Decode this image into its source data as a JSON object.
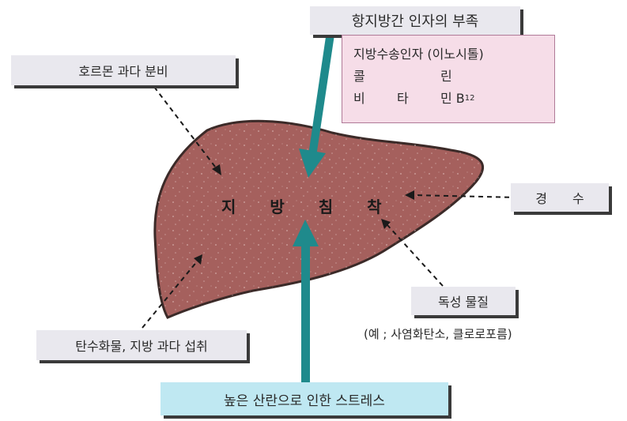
{
  "center_label": "지 방 침 착",
  "lipotropic_title": "항지방간 인자의 부족",
  "lipotropic_factors": [
    {
      "label": "지방수송인자 (이노시톨)"
    },
    {
      "label": "콜",
      "label2": "린"
    },
    {
      "label": "비",
      "label2": "타",
      "label3": "민 B",
      "sub": "12"
    }
  ],
  "hormone": "호르몬 과다 분비",
  "hardening": "경　　수",
  "toxic": "독성 물질",
  "toxic_example": "(예 ; 사염화탄소, 클로로포름)",
  "diet": "탄수화물, 지방 과다 섭취",
  "stress": "높은 산란으로 인한 스트레스",
  "colors": {
    "liver": "#a5605d",
    "liver_stroke": "#3b2a28",
    "arrow": "#1f8a8c",
    "gray_box": "#e9e8ee",
    "pink_box": "#f6dde8",
    "cyan_box": "#bfe8f2"
  }
}
